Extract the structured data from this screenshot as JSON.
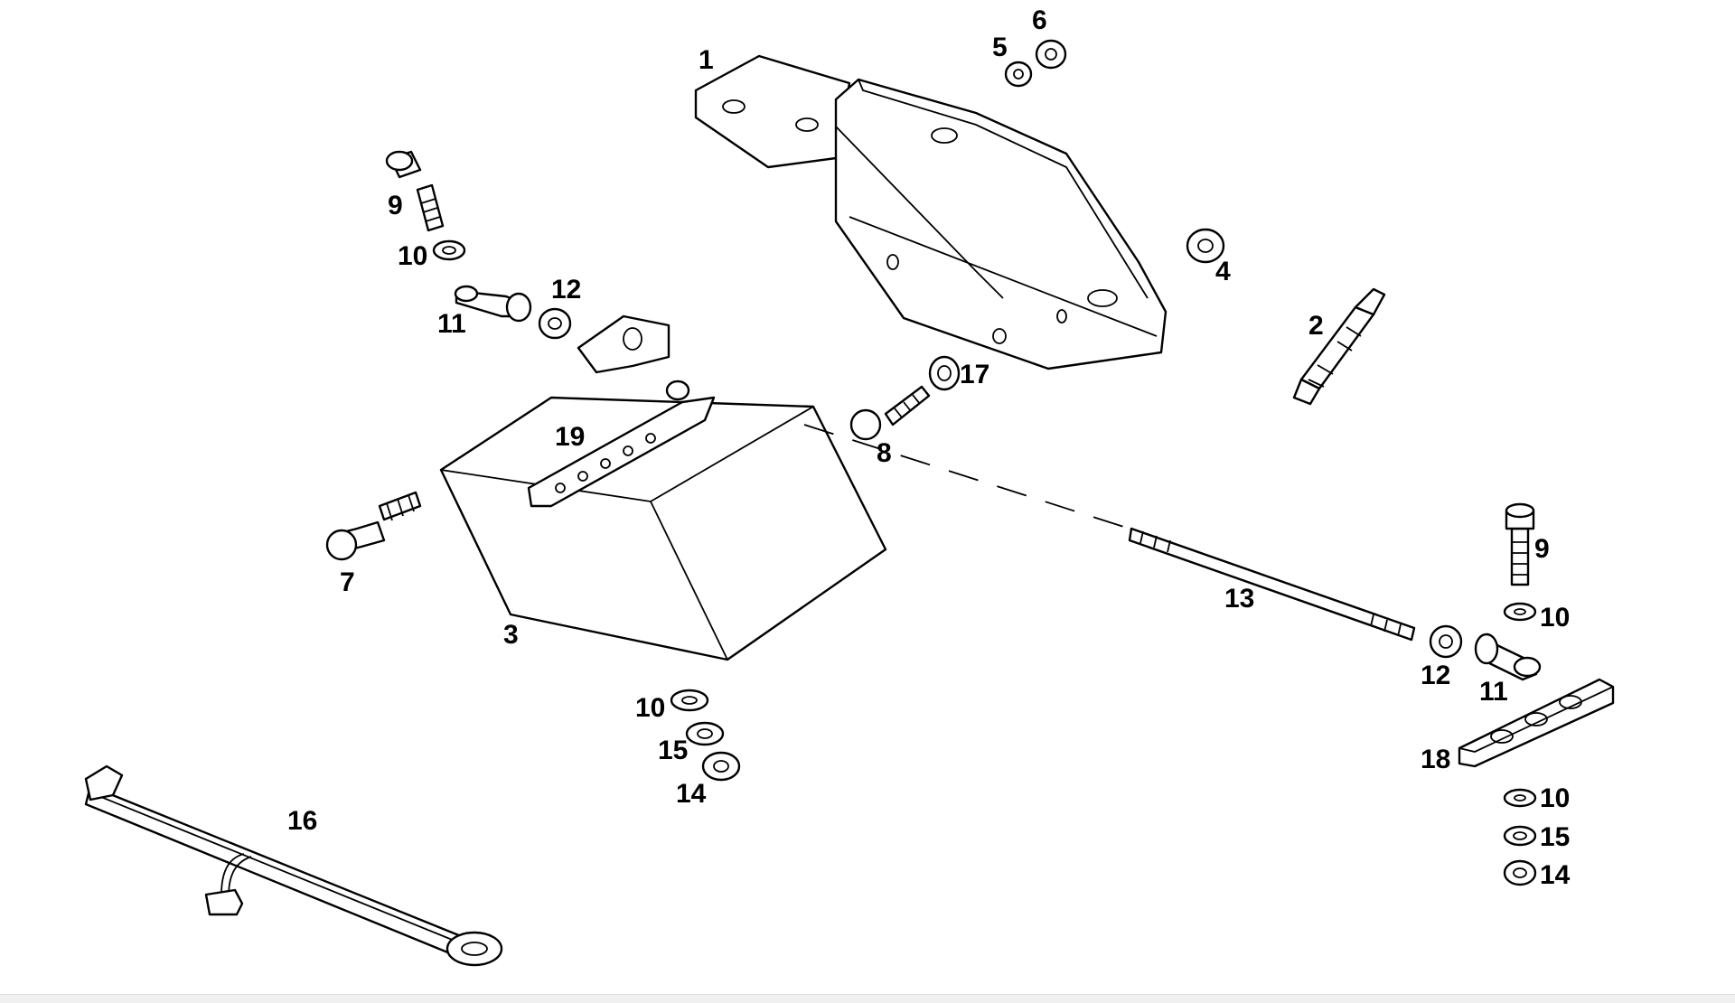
{
  "diagram": {
    "callouts": {
      "c1": "1",
      "c2": "2",
      "c3": "3",
      "c4": "4",
      "c5": "5",
      "c6": "6",
      "c7": "7",
      "c8": "8",
      "c9a": "9",
      "c9b": "9",
      "c10a": "10",
      "c10b": "10",
      "c10c": "10",
      "c10d": "10",
      "c11a": "11",
      "c11b": "11",
      "c12a": "12",
      "c12b": "12",
      "c13": "13",
      "c14a": "14",
      "c14b": "14",
      "c15a": "15",
      "c15b": "15",
      "c16": "16",
      "c17": "17",
      "c18": "18",
      "c19": "19"
    }
  }
}
